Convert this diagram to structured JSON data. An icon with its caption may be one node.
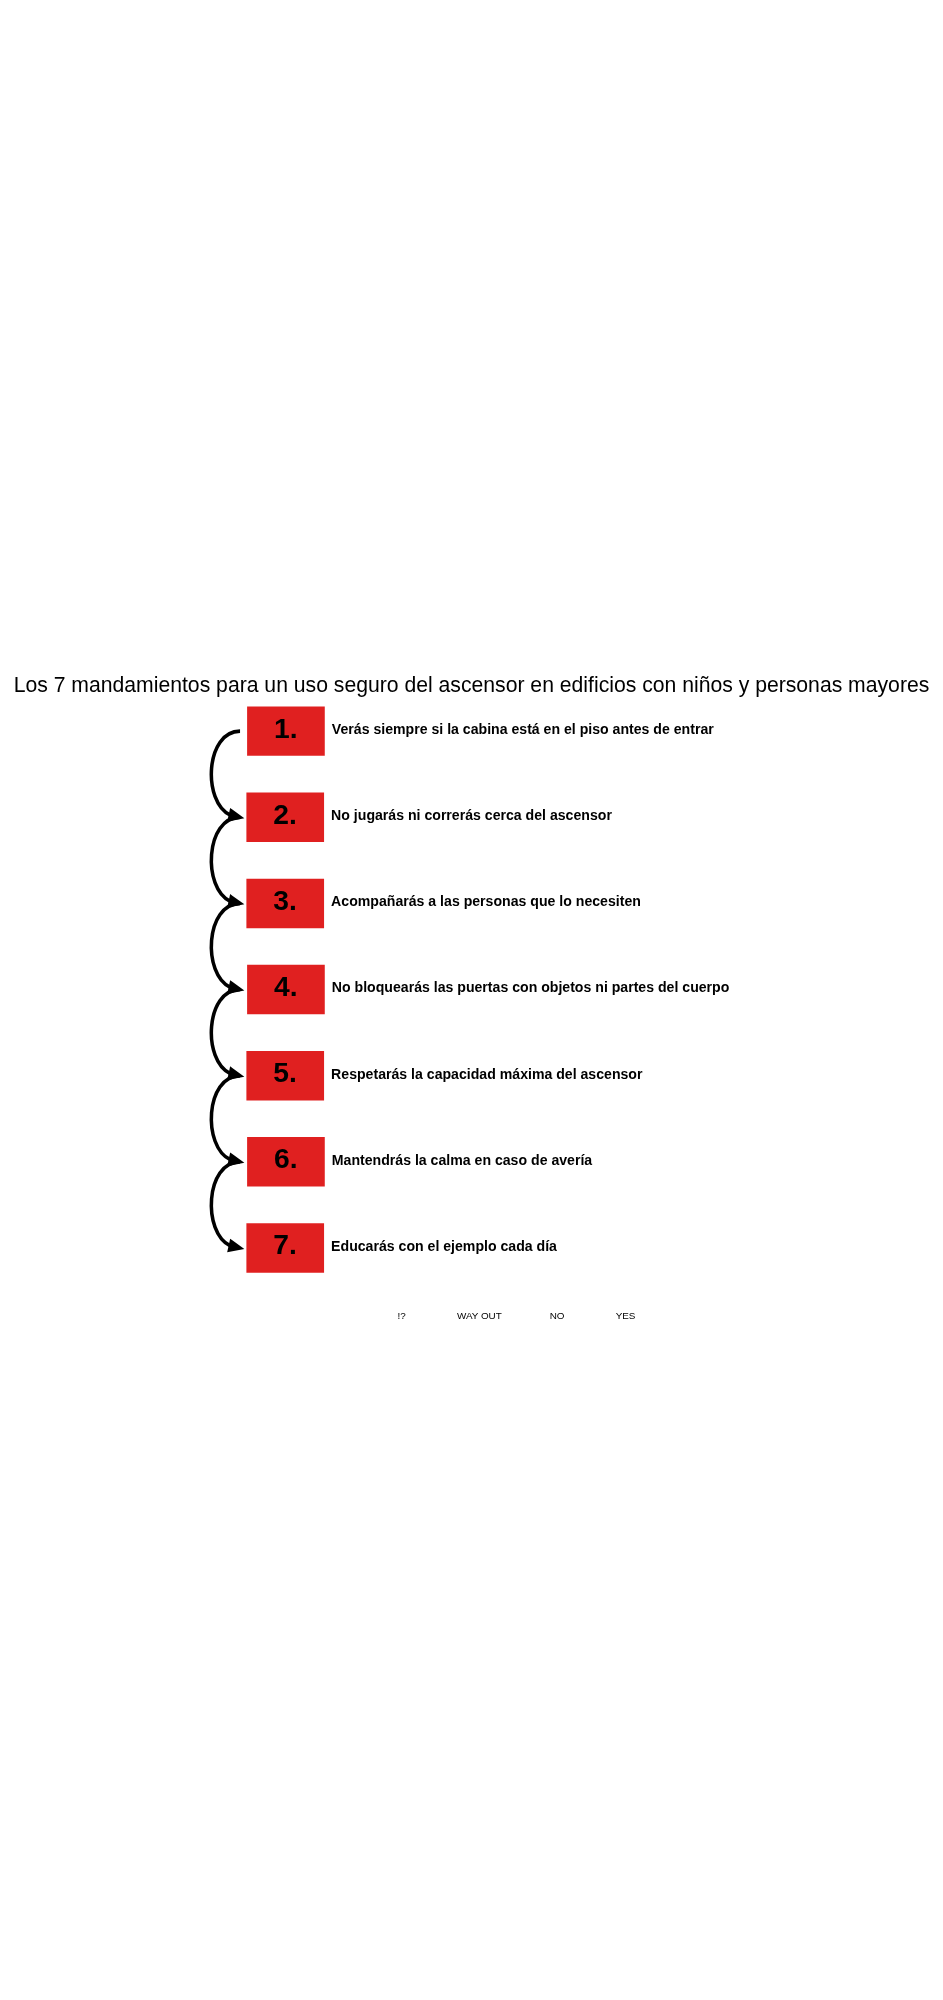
{
  "diagram": {
    "title": "Los 7 mandamientos para un uso seguro del ascensor en edificios con niños y personas mayores",
    "nodes": [
      {
        "text": [
          "1."
        ],
        "beside": [
          "Verás siempre si la cabina está en el piso antes de entrar"
        ]
      },
      {
        "text": [
          "2."
        ],
        "beside": [
          "No jugarás ni correrás cerca del ascensor"
        ]
      },
      {
        "text": [
          "3."
        ],
        "beside": [
          "Acompañarás a las personas que lo necesiten"
        ]
      },
      {
        "text": [
          "4."
        ],
        "beside": [
          "No bloquearás las puertas con objetos ni partes del cuerpo"
        ]
      },
      {
        "text": [
          "5."
        ],
        "beside": [
          "Respetarás la capacidad máxima del ascensor"
        ]
      },
      {
        "text": [
          "6."
        ],
        "beside": [
          "Mantendrás la calma en caso de avería"
        ]
      },
      {
        "text": [
          "7."
        ],
        "beside": [
          "Educarás con el ejemplo cada día"
        ]
      }
    ],
    "edges": [
      {
        "from": 0,
        "to": 1,
        "arrow": "to"
      },
      {
        "from": 1,
        "to": 2,
        "arrow": "to"
      },
      {
        "from": 2,
        "to": 3,
        "arrow": "to"
      },
      {
        "from": 3,
        "to": 4,
        "arrow": "to"
      },
      {
        "from": 4,
        "to": 5,
        "arrow": "to"
      },
      {
        "from": 5,
        "to": 6,
        "arrow": "to"
      }
    ],
    "labels": [
      "!?",
      "WAY OUT",
      "NO",
      "YES"
    ]
  }
}
